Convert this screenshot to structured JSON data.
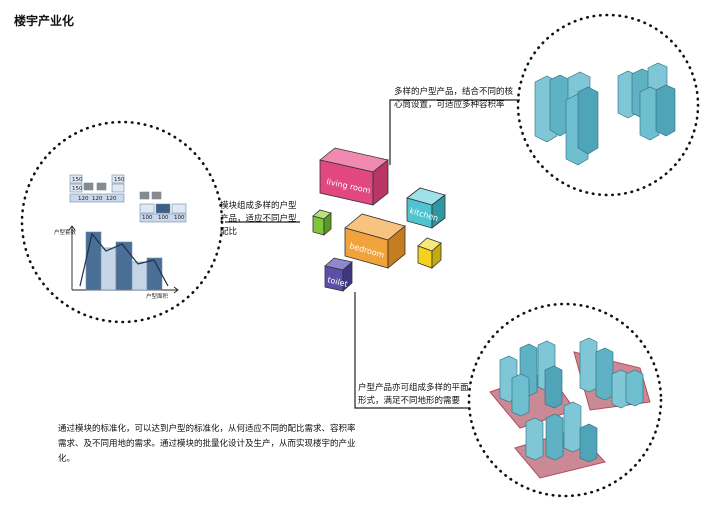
{
  "title": "楼宇产业化",
  "notes": {
    "top_right": "多样的户型产品，结合不同的核心筒设置，可适应多种容积率",
    "left": "模块组成多样的户型产品，适应不同户型配比",
    "bottom": "户型产品亦可组成多样的平面形式，满足不同地形的需要"
  },
  "footer": "通过模块的标准化，可以达到户型的标准化，从何适应不同的配比需求、容积率需求、及不同用地的需求。通过模块的批量化设计及生产，从而实现楼宇的产业化。",
  "modules": {
    "living": "living room",
    "kitchen": "kitchen",
    "bedroom": "bedroom",
    "toilet": "toilet"
  },
  "chart": {
    "ylabel": "户型套数",
    "xlabel": "户型面积",
    "plan_labels": [
      "150",
      "150",
      "150",
      "120",
      "120",
      "120",
      "100",
      "100",
      "100"
    ]
  },
  "colors": {
    "living": "#e0487f",
    "kitchen": "#4fc3d0",
    "bedroom": "#f2a23a",
    "toilet": "#5b4fa8",
    "green": "#7ec53a",
    "yellow": "#f4d21e",
    "building": "#7fc7d6",
    "site": "#b84a5e"
  }
}
